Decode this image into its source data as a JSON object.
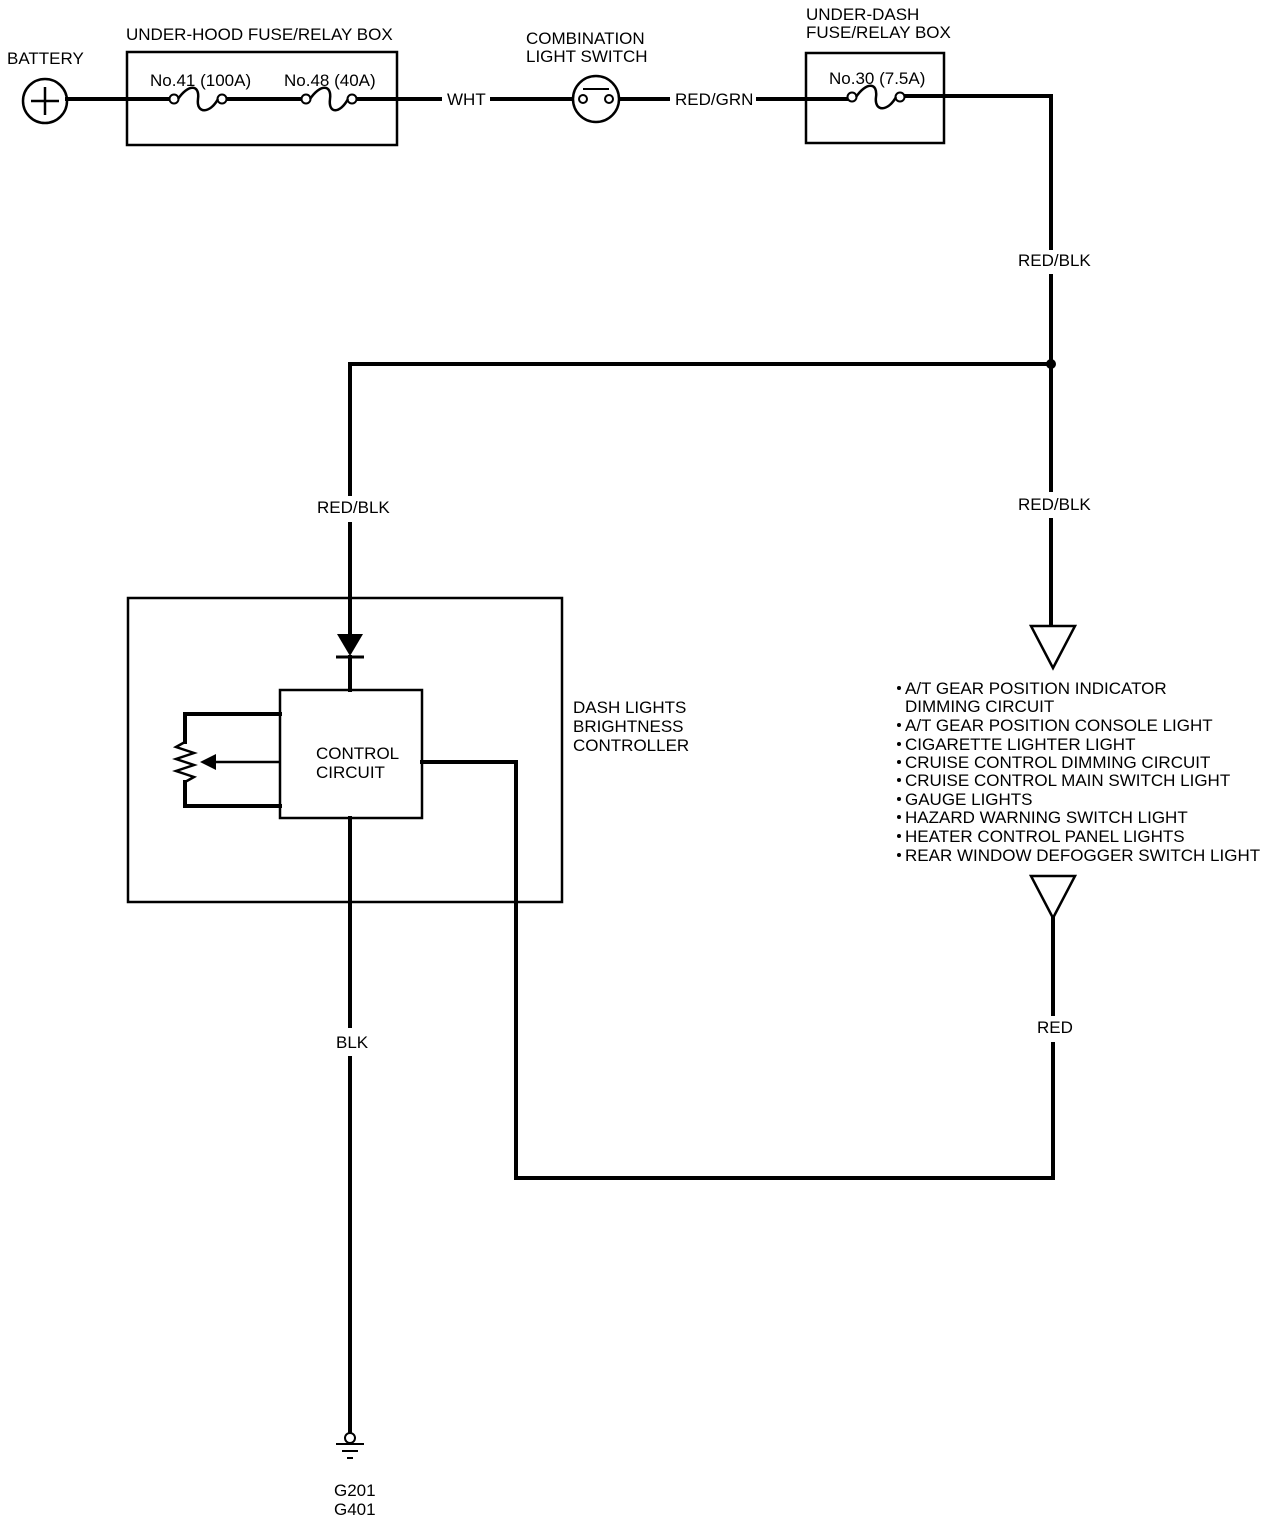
{
  "battery": {
    "label": "BATTERY"
  },
  "under_hood_box": {
    "title": "UNDER-HOOD FUSE/RELAY BOX",
    "fuses": [
      "No.41 (100A)",
      "No.48 (40A)"
    ]
  },
  "combination_switch": {
    "label_line1": "COMBINATION",
    "label_line2": "LIGHT SWITCH"
  },
  "under_dash_box": {
    "title_line1": "UNDER-DASH",
    "title_line2": "FUSE/RELAY BOX",
    "fuse": "No.30 (7.5A)"
  },
  "wires": {
    "wht": "WHT",
    "red_grn": "RED/GRN",
    "red_blk_top": "RED/BLK",
    "red_blk_left": "RED/BLK",
    "red_blk_right": "RED/BLK",
    "blk": "BLK",
    "red": "RED"
  },
  "controller": {
    "label_line1": "DASH LIGHTS",
    "label_line2": "BRIGHTNESS",
    "label_line3": "CONTROLLER",
    "circuit_line1": "CONTROL",
    "circuit_line2": "CIRCUIT"
  },
  "loads": [
    "A/T GEAR POSITION INDICATOR",
    "DIMMING CIRCUIT",
    "A/T GEAR POSITION CONSOLE LIGHT",
    "CIGARETTE LIGHTER LIGHT",
    "CRUISE CONTROL DIMMING CIRCUIT",
    "CRUISE CONTROL MAIN SWITCH LIGHT",
    "GAUGE LIGHTS",
    "HAZARD WARNING SWITCH LIGHT",
    "HEATER CONTROL PANEL LIGHTS",
    "REAR WINDOW DEFOGGER SWITCH LIGHT"
  ],
  "ground": {
    "line1": "G201",
    "line2": "G401"
  }
}
